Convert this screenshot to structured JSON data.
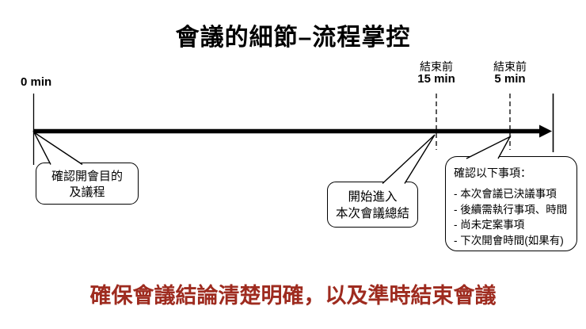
{
  "title": "會議的細節–流程掌控",
  "timeline": {
    "start_label": "0 min",
    "marker_15": {
      "line1": "結束前",
      "line2": "15 min"
    },
    "marker_5": {
      "line1": "結束前",
      "line2": "5 min"
    }
  },
  "callouts": {
    "start": {
      "line1": "確認開會目的",
      "line2": "及議程"
    },
    "summary": {
      "line1": "開始進入",
      "line2": "本次會議總結"
    },
    "checklist": {
      "header": "確認以下事項：",
      "items": [
        "- 本次會議已決議事項",
        "- 後續需執行事項、時間",
        "- 尚未定案事項",
        "- 下次開會時間(如果有)"
      ]
    }
  },
  "footer": {
    "text": "確保會議結論清楚明確，以及準時結束會議"
  },
  "colors": {
    "footer_red": "#9E2B1F",
    "line_black": "#000000",
    "background": "#FFFFFF"
  }
}
